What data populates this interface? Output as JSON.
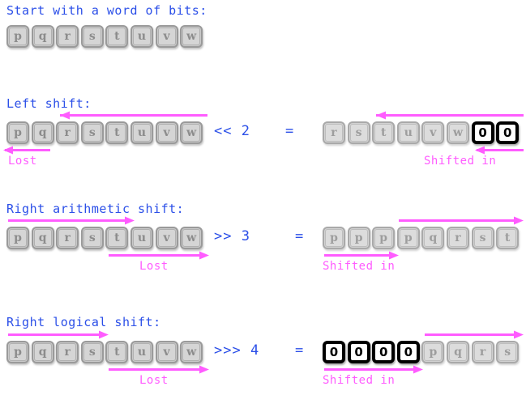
{
  "colors": {
    "heading": "#2b4fe8",
    "annotation": "#ff5cff",
    "bit_fill": "#d5d5d5",
    "bit_border": "#9a9a9a",
    "zero_fill": "#ffffff",
    "zero_border": "#000000",
    "background": "#ffffff"
  },
  "sections": {
    "intro": {
      "heading": "Start with a word of bits:",
      "bits": [
        "p",
        "q",
        "r",
        "s",
        "t",
        "u",
        "v",
        "w"
      ]
    },
    "left_shift": {
      "heading": "Left shift:",
      "operator": "<< 2",
      "equals": "=",
      "input_bits": [
        "p",
        "q",
        "r",
        "s",
        "t",
        "u",
        "v",
        "w"
      ],
      "result_bits": [
        "r",
        "s",
        "t",
        "u",
        "v",
        "w",
        "0",
        "0"
      ],
      "lost_label": "Lost",
      "shifted_in_label": "Shifted in",
      "shift_amount": "2",
      "direction": "left"
    },
    "right_arithmetic_shift": {
      "heading": "Right arithmetic shift:",
      "operator": ">> 3",
      "equals": "=",
      "input_bits": [
        "p",
        "q",
        "r",
        "s",
        "t",
        "u",
        "v",
        "w"
      ],
      "result_bits": [
        "p",
        "p",
        "p",
        "p",
        "q",
        "r",
        "s",
        "t"
      ],
      "lost_label": "Lost",
      "shifted_in_label": "Shifted in",
      "shift_amount": "3",
      "direction": "right"
    },
    "right_logical_shift": {
      "heading": "Right logical shift:",
      "operator": ">>> 4",
      "equals": "=",
      "input_bits": [
        "p",
        "q",
        "r",
        "s",
        "t",
        "u",
        "v",
        "w"
      ],
      "result_bits": [
        "0",
        "0",
        "0",
        "0",
        "p",
        "q",
        "r",
        "s"
      ],
      "lost_label": "Lost",
      "shifted_in_label": "Shifted in",
      "shift_amount": "4",
      "direction": "right"
    }
  }
}
